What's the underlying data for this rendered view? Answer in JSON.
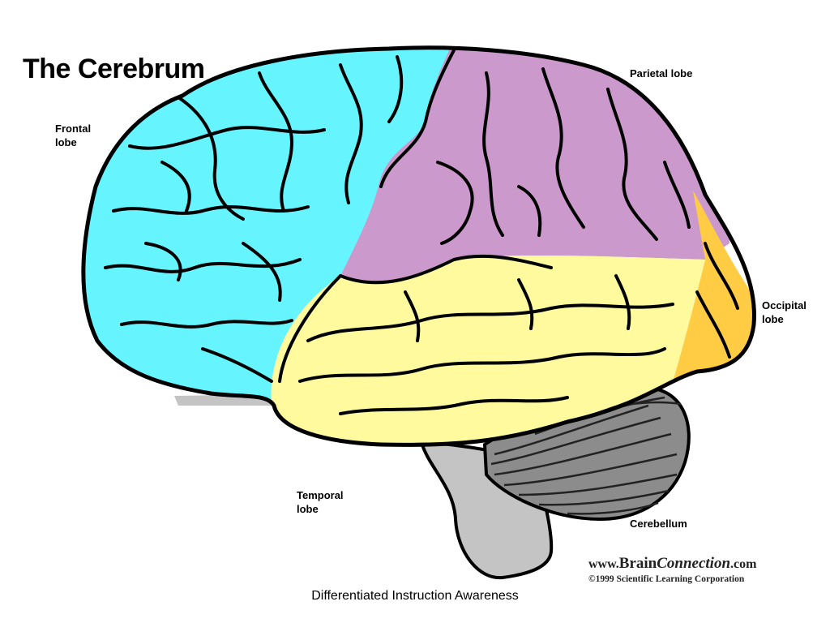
{
  "title": "The Cerebrum",
  "labels": {
    "frontal": [
      "Frontal",
      "lobe"
    ],
    "parietal": "Parietal lobe",
    "occipital": [
      "Occipital",
      "lobe"
    ],
    "temporal": [
      "Temporal",
      "lobe"
    ],
    "cerebellum": "Cerebellum"
  },
  "colors": {
    "frontal": "#66F5FF",
    "parietal": "#CC99CC",
    "temporal": "#FFFA9E",
    "occipital": "#FFCC44",
    "cerebellum": "#8C8C8C",
    "brainstem": "#C4C4C4",
    "outline": "#000000"
  },
  "credit": {
    "prefix": "www.",
    "brand1": "Brain",
    "brand2": "Connection",
    "suffix": ".com",
    "copyright": "©1999 Scientific Learning Corporation"
  },
  "footer": "Differentiated Instruction Awareness"
}
